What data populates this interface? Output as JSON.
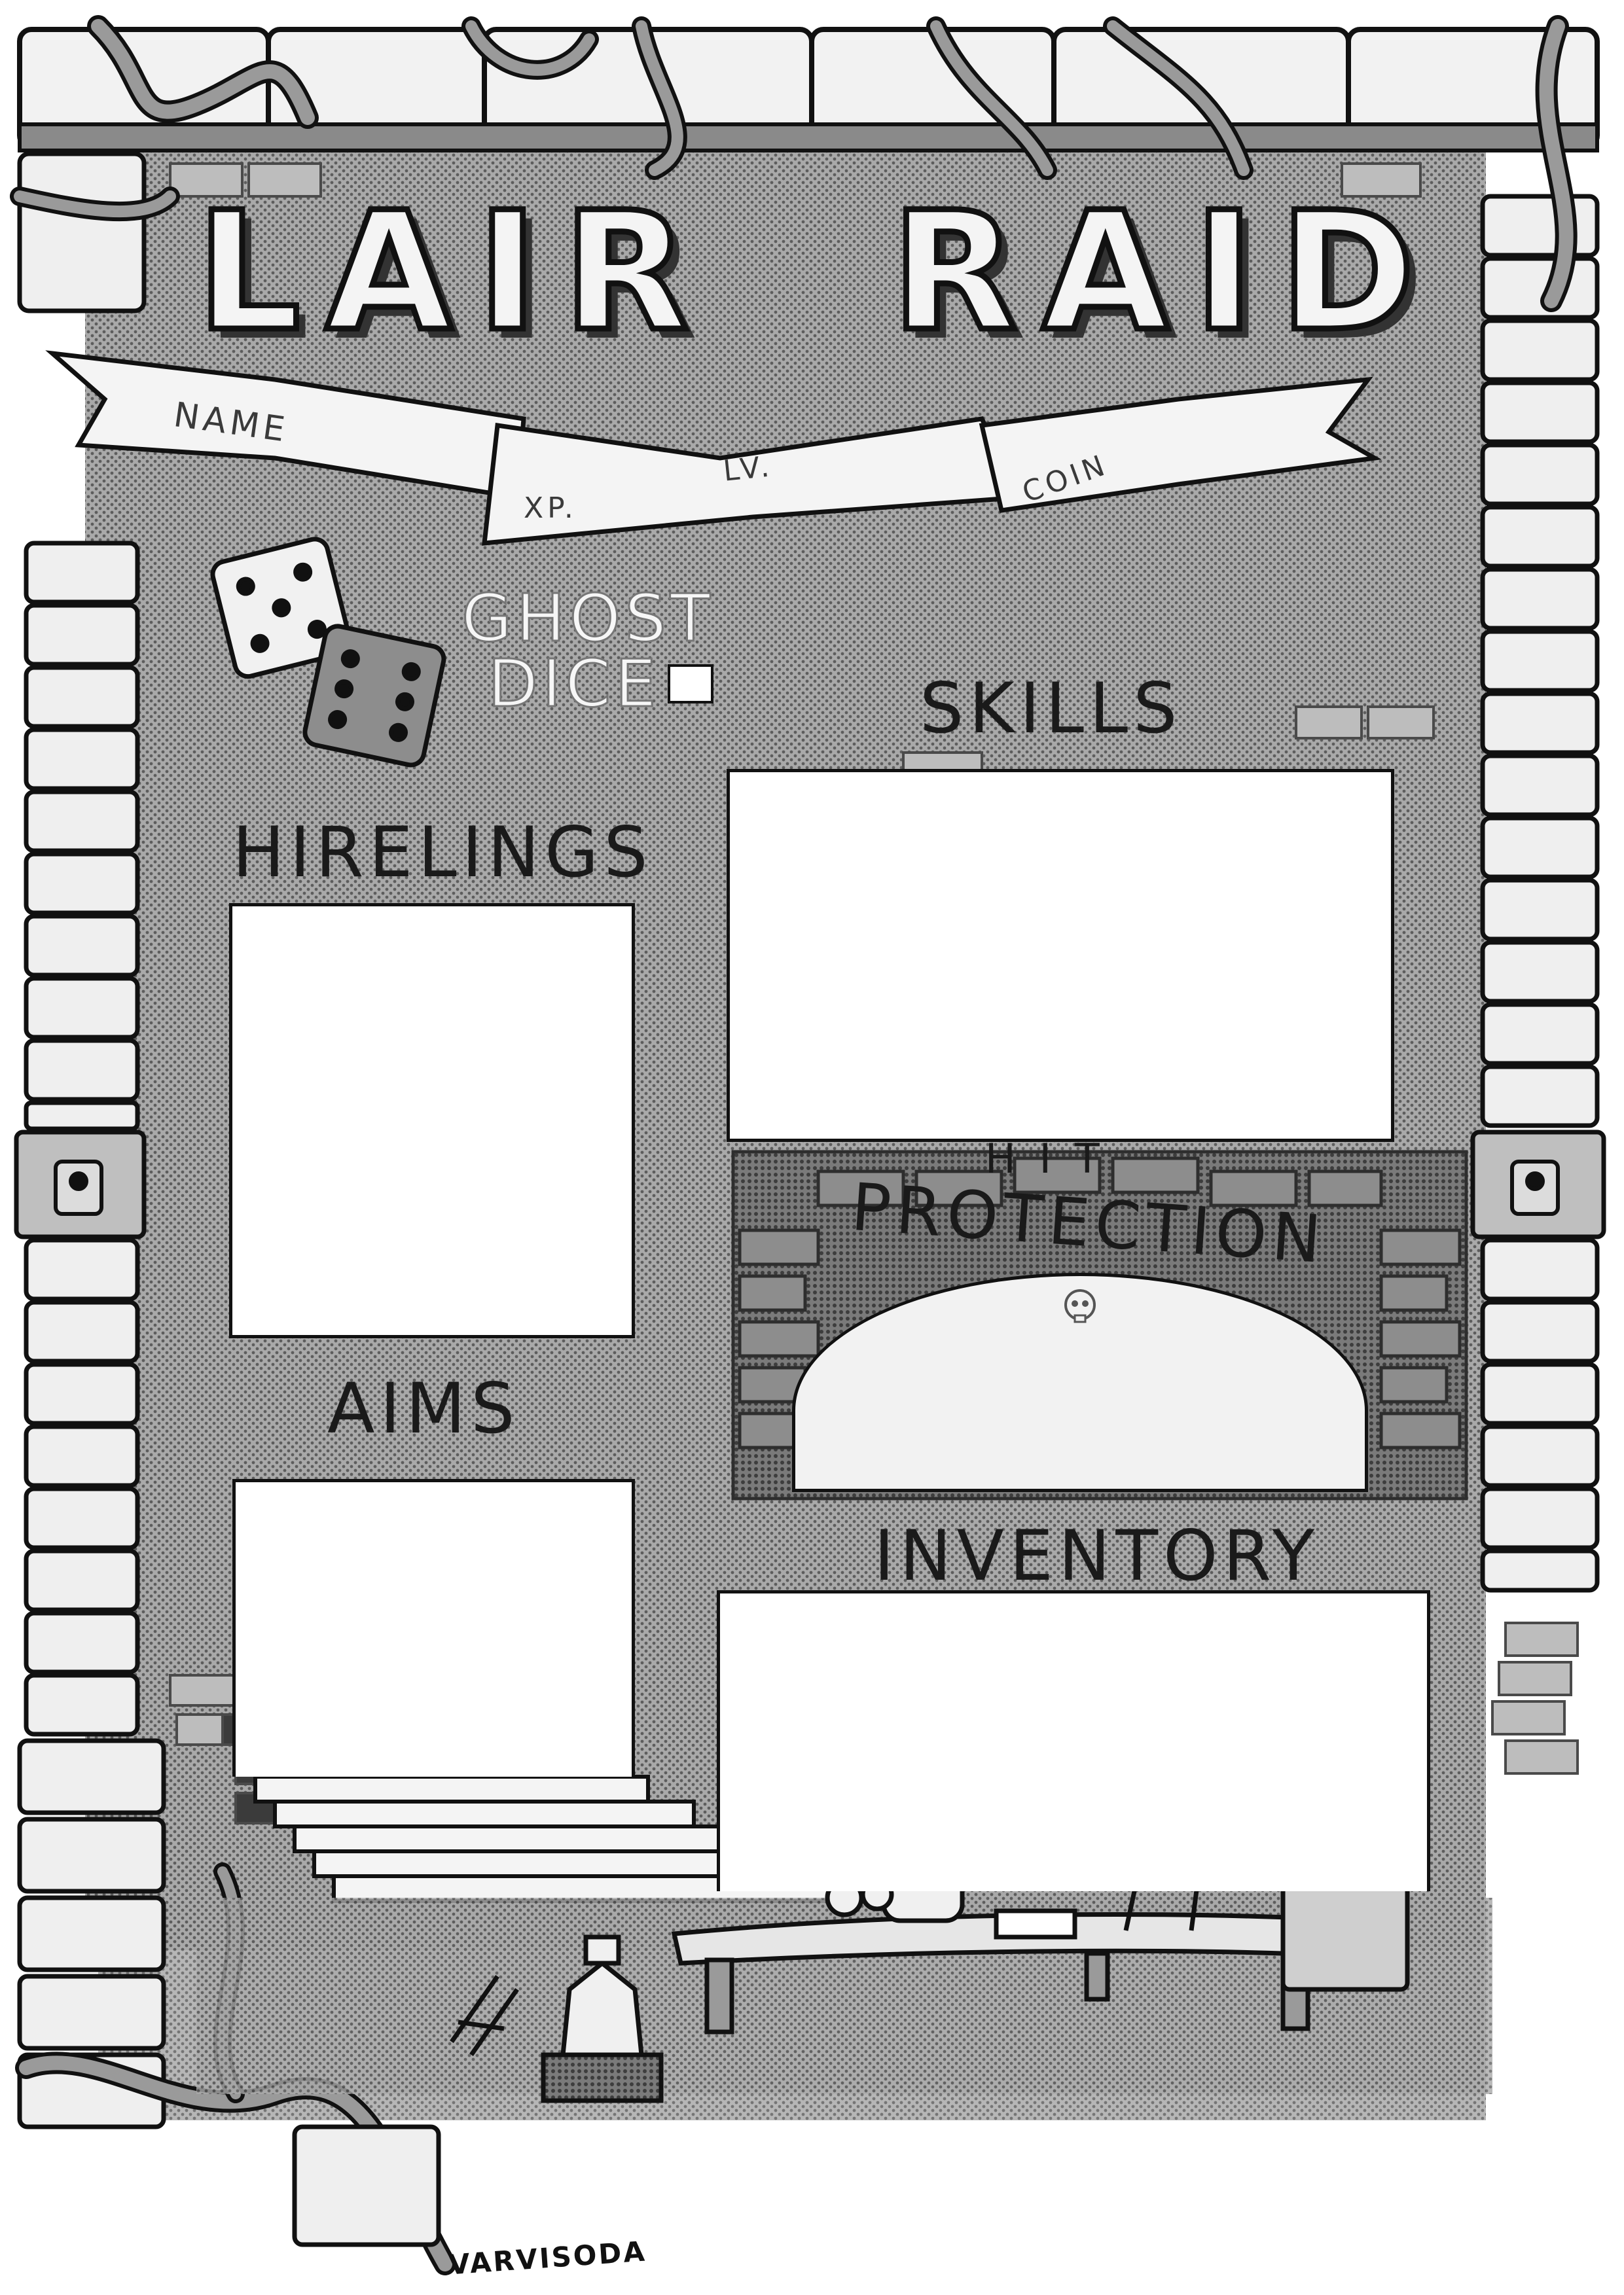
{
  "title": {
    "word1": "LAIR",
    "word2": "RAID"
  },
  "banner": {
    "name": "NAME",
    "xp": "XP.",
    "lv": "LV.",
    "coin": "COIN"
  },
  "ghost_dice": {
    "line1": "GHOST",
    "line2": "DICE"
  },
  "sections": {
    "skills": "SKILLS",
    "hirelings": "HIRELINGS",
    "hit_protection_top": "HIT",
    "hit_protection_bottom": "PROTECTION",
    "aims": "AIMS",
    "inventory": "INVENTORY"
  },
  "signature": "VARVISODA",
  "colors": {
    "ink": "#111111",
    "halftone_gray": "#9a9a9a",
    "stone_light": "#f2f2f2",
    "stone_dark": "#6e6e6e",
    "paper": "#ffffff"
  }
}
